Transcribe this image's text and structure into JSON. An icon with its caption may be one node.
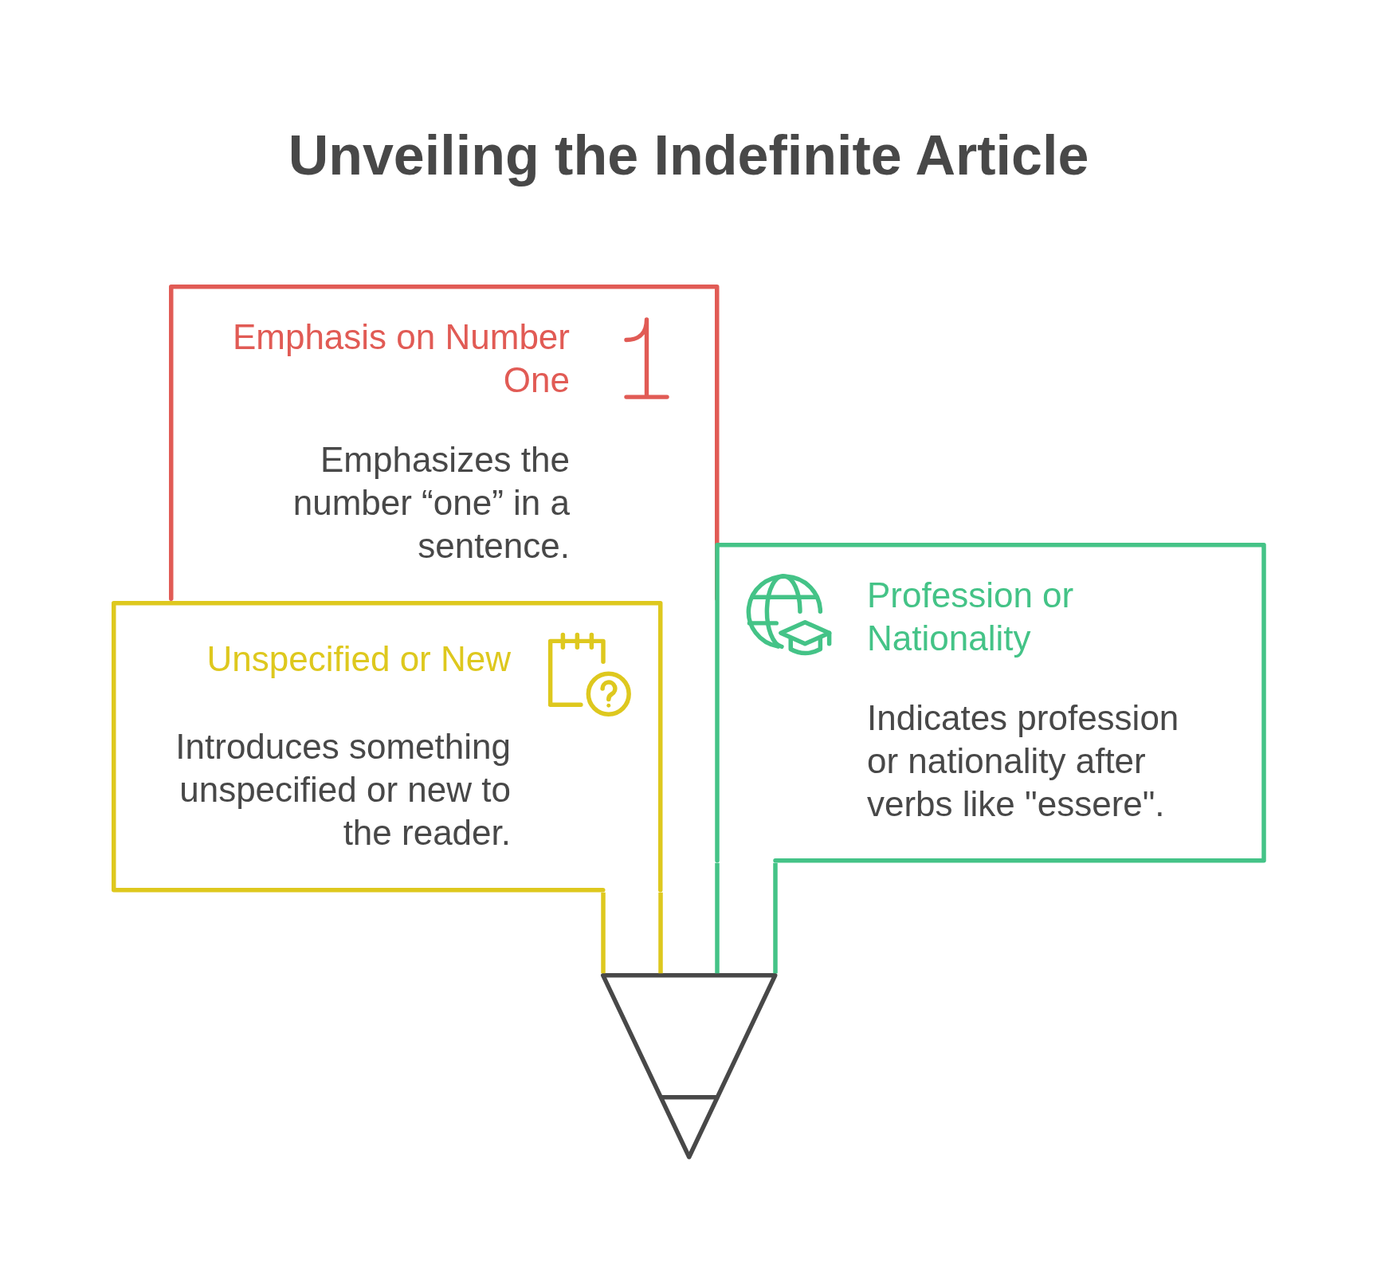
{
  "diagram": {
    "title": "Unveiling the Indefinite Article",
    "nodes": [
      {
        "text": [
          "Emphasis on Number One",
          "Emphasizes the number “one” in a sentence."
        ]
      },
      {
        "text": [
          "Unspecified or New",
          "Introduces something unspecified or new to the reader."
        ]
      },
      {
        "text": [
          "Profession or Nationality",
          "Indicates profession or nationality after verbs like \"essere\"."
        ]
      },
      {
        "text": [],
        "shape": "funnel"
      }
    ],
    "edges": [
      {
        "from": 1,
        "to": 3,
        "arrow": "none",
        "color": "#dec81e"
      },
      {
        "from": 2,
        "to": 3,
        "arrow": "none",
        "color": "#44c387"
      }
    ]
  }
}
